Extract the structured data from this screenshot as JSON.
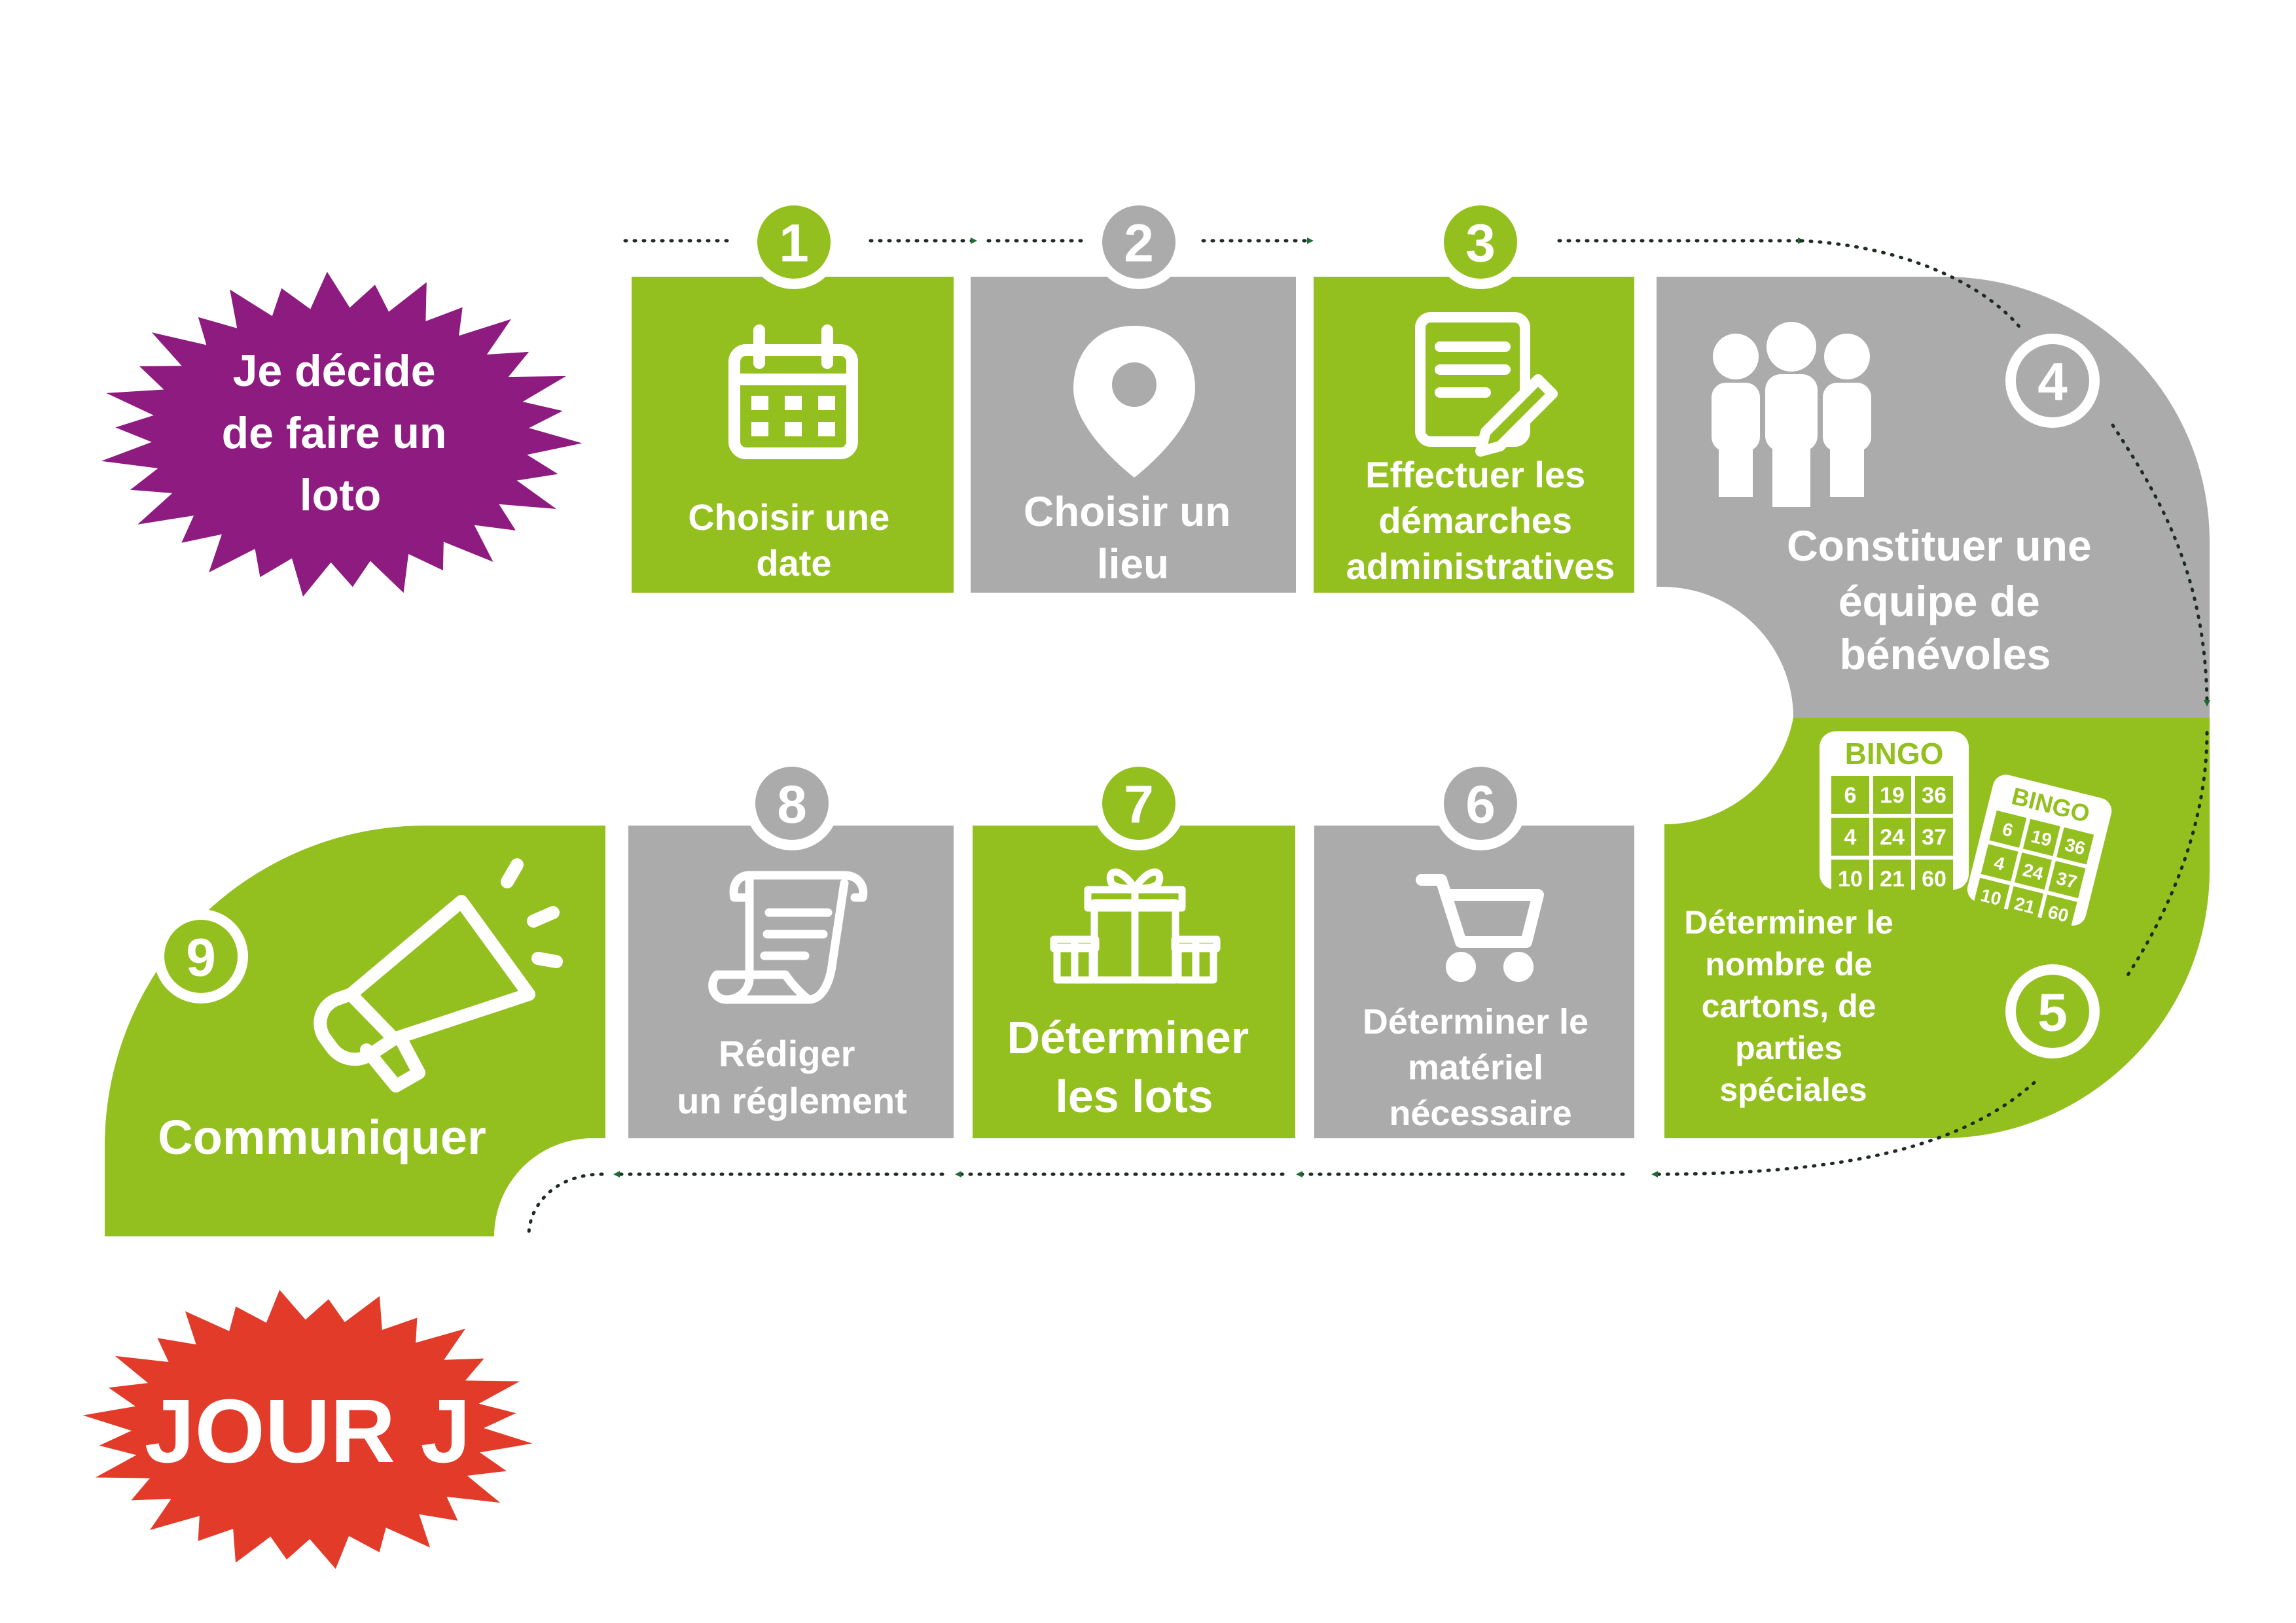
{
  "colors": {
    "green": "#93C01F",
    "gray": "#ABABAB",
    "purple": "#8E1B80",
    "red": "#E33B2A",
    "arrow": "#1E6B34",
    "white": "#FFFFFF"
  },
  "start_burst": {
    "lines": [
      "Je décide",
      "de faire un",
      "loto"
    ]
  },
  "end_burst": {
    "label": "JOUR J"
  },
  "steps": [
    {
      "number": "1",
      "lines": [
        "Choisir une",
        "date"
      ],
      "color": "green",
      "icon": "calendar-icon"
    },
    {
      "number": "2",
      "lines": [
        "Choisir un",
        "lieu"
      ],
      "color": "gray",
      "icon": "location-pin-icon"
    },
    {
      "number": "3",
      "lines": [
        "Effectuer les",
        "démarches",
        "administratives"
      ],
      "color": "green",
      "icon": "document-pencil-icon"
    },
    {
      "number": "4",
      "lines": [
        "Constituer une",
        "équipe de",
        "bénévoles"
      ],
      "color": "gray",
      "icon": "people-group-icon"
    },
    {
      "number": "5",
      "lines": [
        "Déterminer le",
        "nombre de",
        "cartons, de",
        "parties",
        "spéciales"
      ],
      "color": "green",
      "icon": "bingo-cards-icon"
    },
    {
      "number": "6",
      "lines": [
        "Déterminer le",
        "matériel",
        "nécessaire"
      ],
      "color": "gray",
      "icon": "shopping-cart-icon"
    },
    {
      "number": "7",
      "lines": [
        "Déterminer",
        "les lots"
      ],
      "color": "green",
      "icon": "gift-icon"
    },
    {
      "number": "8",
      "lines": [
        "Rédiger",
        "un réglement"
      ],
      "color": "gray",
      "icon": "scroll-icon"
    },
    {
      "number": "9",
      "lines": [
        "Communiquer"
      ],
      "color": "green",
      "icon": "megaphone-icon"
    }
  ],
  "bingo_cards": [
    {
      "title": "BINGO",
      "numbers": [
        [
          "6",
          "19",
          "36"
        ],
        [
          "4",
          "24",
          "37"
        ],
        [
          "10",
          "21",
          "60"
        ]
      ]
    },
    {
      "title": "BINGO",
      "numbers": [
        [
          "6",
          "19",
          "36"
        ],
        [
          "4",
          "24",
          "37"
        ],
        [
          "10",
          "21",
          "60"
        ]
      ]
    }
  ]
}
